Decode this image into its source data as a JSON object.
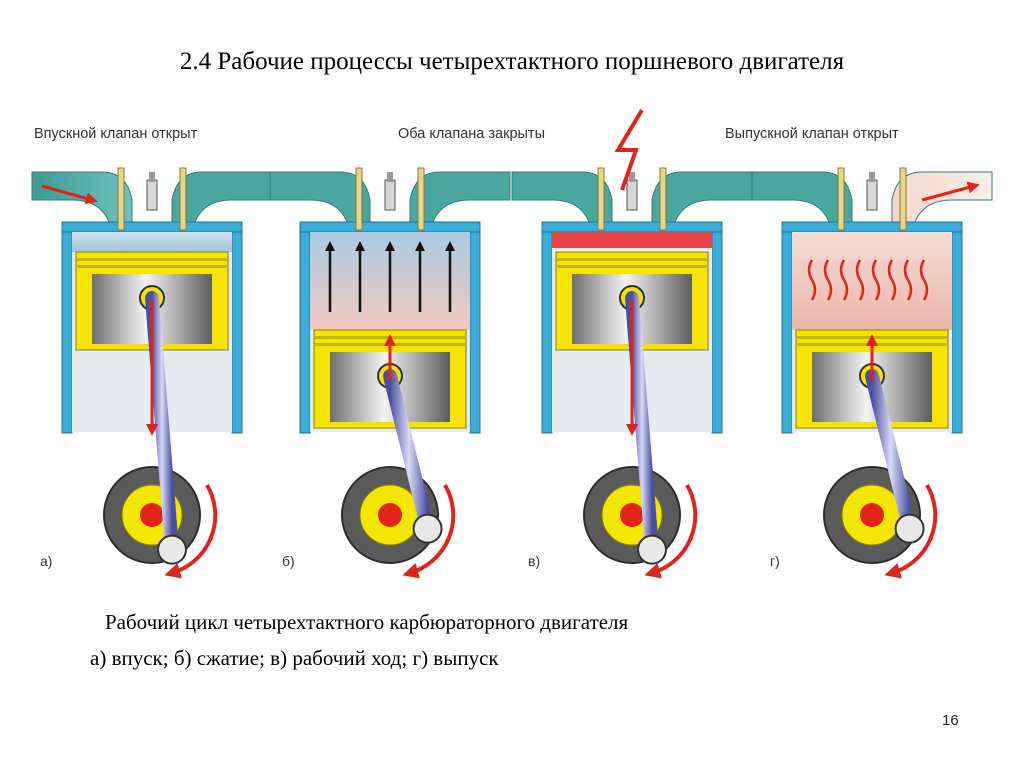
{
  "title": "2.4 Рабочие процессы четырехтактного поршневого двигателя",
  "labels": {
    "intake_valve_open": "Впускной клапан открыт",
    "both_valves_closed": "Оба клапана закрыты",
    "exhaust_valve_open": "Выпускной клапан открыт"
  },
  "strokes": [
    {
      "letter": "а)",
      "stage": "intake"
    },
    {
      "letter": "б)",
      "stage": "compression"
    },
    {
      "letter": "в)",
      "stage": "power"
    },
    {
      "letter": "г)",
      "stage": "exhaust"
    }
  ],
  "caption": {
    "line1": "Рабочий цикл четырехтактного карбюраторного двигателя",
    "line2": "а) впуск; б) сжатие; в) рабочий ход; г) выпуск"
  },
  "page_number": "16",
  "colors": {
    "cylinder": "#3aaed6",
    "port": "#4aa7a0",
    "piston": "#f5e400",
    "crank": "#6a6a6a",
    "arrow": "#e2231a",
    "spark": "#e2231a"
  }
}
